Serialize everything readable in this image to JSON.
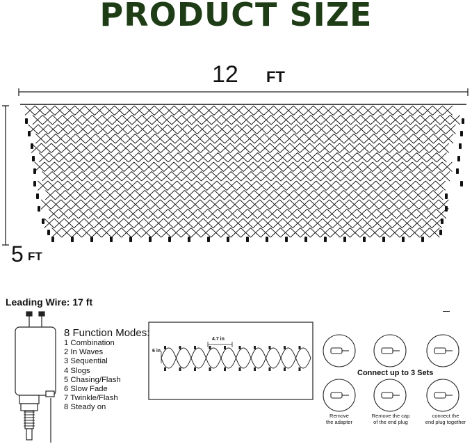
{
  "title": "PRODUCT SIZE",
  "width": {
    "value": "12",
    "unit": "FT"
  },
  "height": {
    "value": "5",
    "unit": "FT"
  },
  "leading_wire": "Leading Wire: 17 ft",
  "function_modes": {
    "title": "8 Function Modes:",
    "items": [
      "1 Combination",
      "2 In Waves",
      "3 Sequential",
      "4 Slogs",
      "5 Chasing/Flash",
      "6 Slow Fade",
      "7 Twinkle/Flash",
      "8 Steady on"
    ]
  },
  "detail": {
    "bulb_spacing": "4.7 in",
    "row_gap": "6 in"
  },
  "connect": {
    "title": "Connect up to 3 Sets",
    "steps": [
      {
        "line1": "Remove",
        "line2": "the adapter"
      },
      {
        "line1": "Remove the cap",
        "line2": "of the end plug"
      },
      {
        "line1": "connect the",
        "line2": "end plug together"
      }
    ]
  },
  "colors": {
    "title": "#1e3d17",
    "ink": "#111111"
  }
}
